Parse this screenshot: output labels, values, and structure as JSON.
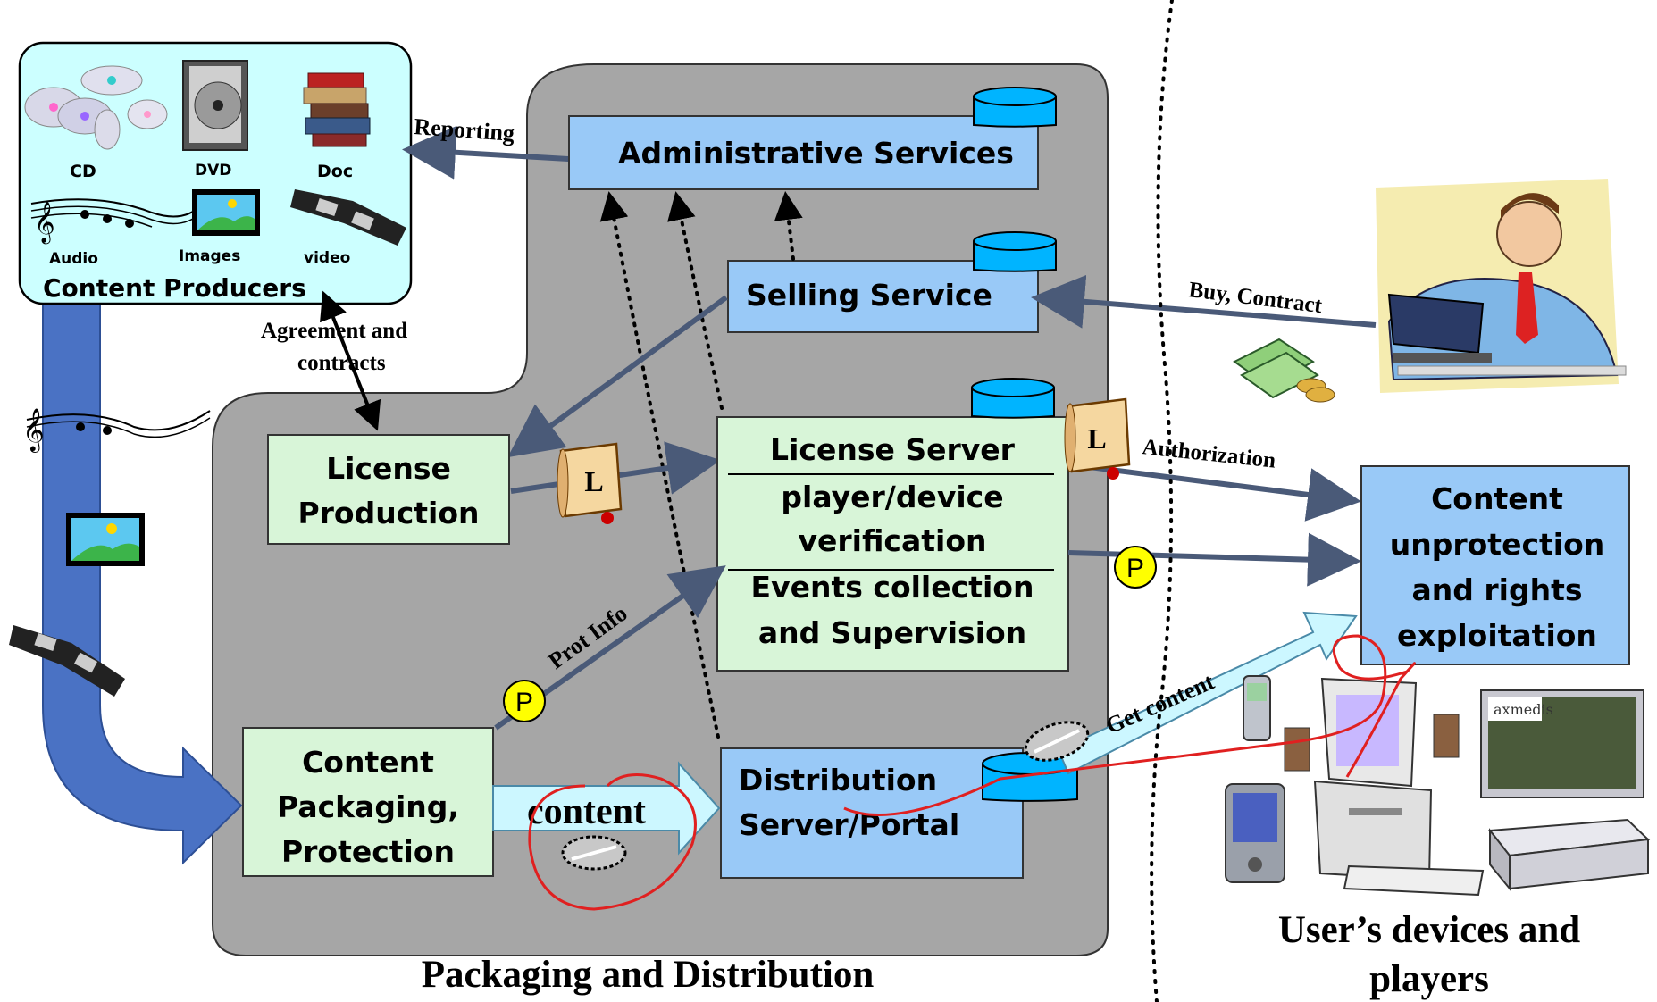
{
  "colors": {
    "panel_gray": "#a6a6a6",
    "box_blue": "#99c9f7",
    "box_green": "#d8f5d8",
    "producers_bg": "#ccffff",
    "flow_blue": "#4a72c4",
    "arrow_slate": "#4a5a78",
    "content_arrow": "#ccf7ff",
    "token_yellow": "#ffff00",
    "annotation_red": "#e02020"
  },
  "producers": {
    "title": "Content Producers",
    "items": {
      "cd": "CD",
      "dvd": "DVD",
      "doc": "Doc",
      "audio": "Audio",
      "images": "Images",
      "video": "video"
    }
  },
  "boxes": {
    "admin": "Administrative Services",
    "selling": "Selling Service",
    "license_prod": {
      "l1": "License",
      "l2": "Production"
    },
    "license_server": {
      "l1": "License Server",
      "l2": "player/device",
      "l3": "verification",
      "l4": "Events collection",
      "l5": "and Supervision"
    },
    "packaging": {
      "l1": "Content",
      "l2": "Packaging,",
      "l3": "Protection"
    },
    "distribution": {
      "l1": "Distribution",
      "l2": "Server/Portal"
    },
    "unprotection": {
      "l1": "Content",
      "l2": "unprotection",
      "l3": "and rights",
      "l4": "exploitation"
    }
  },
  "labels": {
    "reporting": "Reporting",
    "agreement_l1": "Agreement and",
    "agreement_l2": "contracts",
    "buy": "Buy, Contract",
    "authorization": "Authorization",
    "prot_info": "Prot Info",
    "get_content": "Get content",
    "content": "content",
    "packaging_region": "Packaging and Distribution",
    "user_l1": "User’s devices and",
    "user_l2": "players",
    "token_p": "P",
    "token_l": "L",
    "axmedis": "axmedis"
  },
  "icons": [
    "cd-icon",
    "dvd-icon",
    "book-icon",
    "music-icon",
    "image-icon",
    "film-icon",
    "database-icon",
    "license-scroll-icon",
    "protection-token-icon",
    "key-seal-icon",
    "businessman-icon",
    "money-icon",
    "computer-icon",
    "pda-icon",
    "phone-icon",
    "tv-icon",
    "settop-box-icon"
  ]
}
